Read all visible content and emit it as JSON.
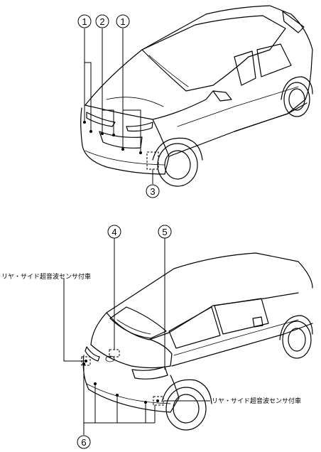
{
  "front_view": {
    "callouts": [
      "1",
      "2",
      "1",
      "3"
    ]
  },
  "rear_view": {
    "callouts": [
      "4",
      "5",
      "6"
    ],
    "note_left": "リヤ・サイド超音波センサ付車",
    "note_right": "リヤ・サイド超音波センサ付車"
  }
}
